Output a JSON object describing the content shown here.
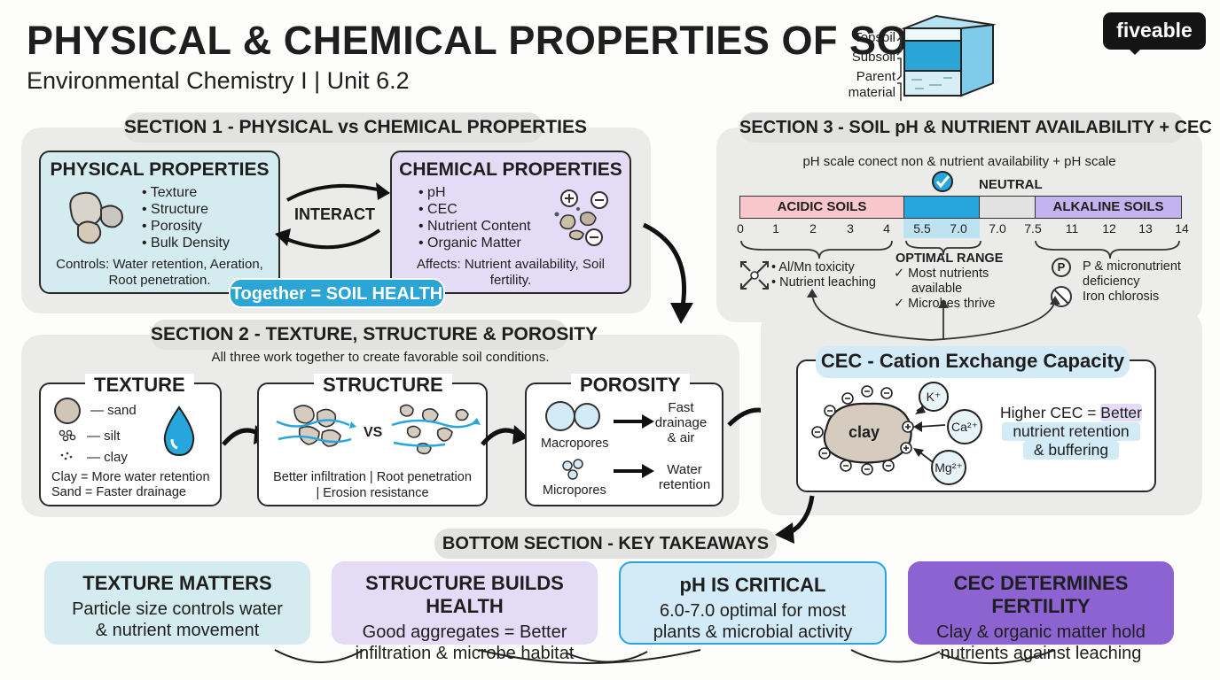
{
  "header": {
    "title": "PHYSICAL & CHEMICAL PROPERTIES OF SOIL",
    "subtitle": "Environmental Chemistry I | Unit 6.2",
    "logo": "fiveable",
    "soil_layers": [
      "Topsoil",
      "Subsoil",
      "Parent",
      "material"
    ]
  },
  "section1": {
    "label": "SECTION 1 - PHYSICAL vs CHEMICAL PROPERTIES",
    "physical": {
      "title": "PHYSICAL PROPERTIES",
      "items": [
        "Texture",
        "Structure",
        "Porosity",
        "Bulk Density"
      ],
      "controls_line1": "Controls: Water retention, Aeration,",
      "controls_line2": "Root penetration."
    },
    "interact": "INTERACT",
    "chemical": {
      "title": "CHEMICAL PROPERTIES",
      "items": [
        "pH",
        "CEC",
        "Nutrient Content",
        "Organic Matter"
      ],
      "affects_line1": "Affects: Nutrient availability, Soil",
      "affects_line2": "fertility."
    },
    "together": "Together = SOIL HEALTH"
  },
  "section2": {
    "label": "SECTION 2 - TEXTURE, STRUCTURE & POROSITY",
    "intro": "All three work together to create favorable soil conditions.",
    "texture": {
      "title": "TEXTURE",
      "sand": "— sand",
      "silt": "— silt",
      "clay": "— clay",
      "note1": "Clay = More water retention",
      "note2": "Sand = Faster drainage"
    },
    "structure": {
      "title": "STRUCTURE",
      "vs": "VS",
      "note1": "Better infiltration | Root penetration",
      "note2": "| Erosion resistance"
    },
    "porosity": {
      "title": "POROSITY",
      "macropores": "Macropores",
      "micropores": "Micropores",
      "fast1": "Fast",
      "fast2": "drainage",
      "fast3": "& air",
      "water1": "Water",
      "water2": "retention"
    }
  },
  "section3": {
    "label": "SECTION 3 - SOIL pH & NUTRIENT AVAILABILITY + CEC",
    "scale_caption": "pH scale conect non & nutrient availability + pH scale",
    "neutral": "NEUTRAL",
    "acidic": "ACIDIC SOILS",
    "alkaline": "ALKALINE SOILS",
    "ticks_left": [
      "0",
      "1",
      "2",
      "3",
      "4"
    ],
    "ticks_opt": [
      "5.5",
      "7.0"
    ],
    "tick_neutral": "7.0",
    "ticks_right": [
      "7.5",
      "11",
      "12",
      "13",
      "14"
    ],
    "acid_effect1": "• Al/Mn toxicity",
    "acid_effect2": "• Nutrient leaching",
    "optimal_title": "OPTIMAL RANGE",
    "optimal1": "✓ Most nutrients",
    "optimal1b": "available",
    "optimal2": "✓ Microbes thrive",
    "alk_badge": "P",
    "alk1": "P & micronutrient",
    "alk1b": "deficiency",
    "alk2": "Iron chlorosis",
    "cec_title": "CEC - Cation Exchange Capacity",
    "clay": "clay",
    "k": "K⁺",
    "ca": "Ca²⁺",
    "mg": "Mg²⁺",
    "minus": "⊖",
    "plus": "⊕",
    "higher": "Higher CEC = ",
    "better": "Better",
    "retention": "nutrient retention",
    "buffering": "& buffering"
  },
  "bottom": {
    "label": "BOTTOM SECTION - KEY TAKEAWAYS",
    "cards": [
      {
        "title": "TEXTURE MATTERS",
        "line1": "Particle size controls water",
        "line2": "& nutrient movement"
      },
      {
        "title": "STRUCTURE BUILDS HEALTH",
        "line1": "Good aggregates = Better",
        "line2": "infiltration & microbe habitat"
      },
      {
        "title": "pH IS CRITICAL",
        "line1": "6.0-7.0 optimal for most",
        "line2": "plants & microbial activity"
      },
      {
        "title": "CEC DETERMINES FERTILITY",
        "line1": "Clay & organic matter hold",
        "line2": "nutrients against leaching"
      }
    ]
  },
  "colors": {
    "physical_bg": "#d4ebf0",
    "chemical_bg": "#e4dcf6",
    "pill_blue": "#2ba4d6",
    "acidic": "#f8c7cb",
    "optimal": "#27a5dd",
    "neutral": "#e2e2e2",
    "alkaline": "#c5b3ef",
    "card1": "#d4ebf0",
    "card2": "#e4dcf6",
    "card3": "#d2ebf6",
    "card4": "#8d62d1"
  }
}
